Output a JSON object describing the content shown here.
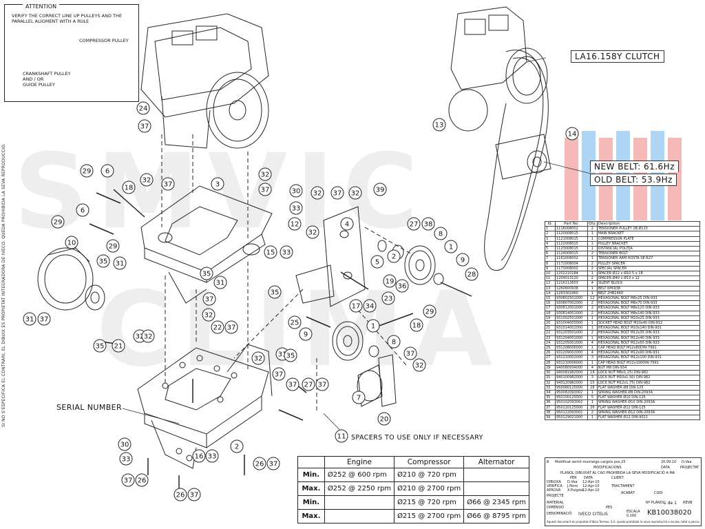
{
  "attention": {
    "title": "ATTENTION",
    "line1": "VERIFY THE CORRECT LINE UP PULLEYS AND THE",
    "line2": "PARALLEL ALIGMENT WITH A RULE",
    "compressor_pulley": "COMPRESSOR PULLEY",
    "crank1": "CRANKSHAFT PULLEY",
    "crank2": "AND / OR",
    "crank3": "GUIDE PULLEY"
  },
  "side_note": "SI NO S'ESPECIFICA EL CONTRARI, EL DIBUIX ES PROPIETAT INTEGRADORA DE IVECO. QUEDA PROHIBIDA LA SEVA REPRODUCCIO.",
  "callouts": {
    "clutch": "LA16.158Y CLUTCH",
    "new_belt": "NEW BELT: 61.6Hz",
    "old_belt": "OLD BELT: 53.9Hz",
    "serial_number": "SERIAL NUMBER",
    "spacers": "SPACERS TO USE ONLY IF NECESSARY"
  },
  "balloons": [
    {
      "n": "24"
    },
    {
      "n": "37"
    },
    {
      "n": "29"
    },
    {
      "n": "6"
    },
    {
      "n": "18"
    },
    {
      "n": "32"
    },
    {
      "n": "37"
    },
    {
      "n": "3"
    },
    {
      "n": "32"
    },
    {
      "n": "37"
    },
    {
      "n": "30"
    },
    {
      "n": "33"
    },
    {
      "n": "12"
    },
    {
      "n": "6"
    },
    {
      "n": "29"
    },
    {
      "n": "29"
    },
    {
      "n": "10"
    },
    {
      "n": "35"
    },
    {
      "n": "31"
    },
    {
      "n": "35"
    },
    {
      "n": "31"
    },
    {
      "n": "37"
    },
    {
      "n": "32"
    },
    {
      "n": "15"
    },
    {
      "n": "33"
    },
    {
      "n": "35"
    },
    {
      "n": "31"
    },
    {
      "n": "37"
    },
    {
      "n": "32"
    },
    {
      "n": "22"
    },
    {
      "n": "37"
    },
    {
      "n": "32"
    },
    {
      "n": "32"
    },
    {
      "n": "37"
    },
    {
      "n": "35"
    },
    {
      "n": "21"
    },
    {
      "n": "31"
    },
    {
      "n": "35"
    },
    {
      "n": "32"
    },
    {
      "n": "37"
    },
    {
      "n": "32"
    },
    {
      "n": "39"
    },
    {
      "n": "4"
    },
    {
      "n": "27"
    },
    {
      "n": "38"
    },
    {
      "n": "8"
    },
    {
      "n": "1"
    },
    {
      "n": "9"
    },
    {
      "n": "5"
    },
    {
      "n": "2"
    },
    {
      "n": "36"
    },
    {
      "n": "19"
    },
    {
      "n": "28"
    },
    {
      "n": "23"
    },
    {
      "n": "17"
    },
    {
      "n": "34"
    },
    {
      "n": "18"
    },
    {
      "n": "29"
    },
    {
      "n": "25"
    },
    {
      "n": "9"
    },
    {
      "n": "1"
    },
    {
      "n": "8"
    },
    {
      "n": "37"
    },
    {
      "n": "32"
    },
    {
      "n": "20"
    },
    {
      "n": "7"
    },
    {
      "n": "32"
    },
    {
      "n": "37"
    },
    {
      "n": "27"
    },
    {
      "n": "37"
    },
    {
      "n": "11"
    },
    {
      "n": "2"
    },
    {
      "n": "16"
    },
    {
      "n": "33"
    },
    {
      "n": "30"
    },
    {
      "n": "33"
    },
    {
      "n": "37"
    },
    {
      "n": "26"
    },
    {
      "n": "26"
    },
    {
      "n": "37"
    },
    {
      "n": "26"
    },
    {
      "n": "37"
    },
    {
      "n": "13"
    },
    {
      "n": "14"
    }
  ],
  "parts_table": {
    "headers": [
      "Id.",
      "Part No.",
      "Qty.",
      "Description"
    ],
    "rows": [
      [
        "1",
        "1116008002",
        "2",
        "TENSIONER PULLEY 2B Ø115"
      ],
      [
        "2",
        "1120008015",
        "1",
        "MAIN BRACKET"
      ],
      [
        "3",
        "1121008015",
        "1",
        "COMPRESSOR PLATE"
      ],
      [
        "4",
        "1122008015",
        "1",
        "PULLEY BRACKET"
      ],
      [
        "5",
        "1123008015",
        "1",
        "DISTANCIAL POLITJA"
      ],
      [
        "6",
        "1124008015",
        "2",
        "TENSIONER BOLT"
      ],
      [
        "7",
        "1161008002",
        "1",
        "TENSIONER ARM ROSTA SE-R27"
      ],
      [
        "8",
        "1171008004",
        "2",
        "PULLEY SPACER"
      ],
      [
        "9",
        "1173008002",
        "2",
        "SPECIAL SPACER"
      ],
      [
        "10",
        "1202210184",
        "1",
        "SPACER Ø22 x Ø10.5 x 18"
      ],
      [
        "11",
        "1204013120",
        "2",
        "SPACER Ø40 x Ø13 x 12"
      ],
      [
        "12",
        "1216112603",
        "4",
        "SILENT BLOCK"
      ],
      [
        "13",
        "1260600938",
        "1",
        "BELT 6PK938"
      ],
      [
        "14",
        "1263302460",
        "1",
        "BELT 2HB2460"
      ],
      [
        "15",
        "930802501000",
        "12",
        "HEXAGONAL BOLT M8x25 DIN-933"
      ],
      [
        "16",
        "930807002000",
        "2",
        "HEXAGONAL BOLT M8x70 DIN-933"
      ],
      [
        "17",
        "930812001000",
        "2",
        "HEXAGONAL BOLT M8x120 DIN-933"
      ],
      [
        "18",
        "930814001000",
        "2",
        "HEXAGONAL BOLT M8x140 DIN-933"
      ],
      [
        "19",
        "931002501000",
        "1",
        "HEXAGONAL BOLT M10x25 DIN-933"
      ],
      [
        "20",
        "931004005000",
        "1",
        "SOCKET HEAD BOLT M10x40 DIN-912"
      ],
      [
        "21",
        "931014002000",
        "1",
        "HEXAGONAL BOLT M10x140 DIN-931"
      ],
      [
        "22",
        "931203501000",
        "2",
        "HEXAGONAL BOLT M12x35 DIN-933"
      ],
      [
        "23",
        "931204001000",
        "1",
        "HEXAGONAL BOLT M12x40 DIN-933"
      ],
      [
        "24",
        "931205001000",
        "4",
        "HEXAGONAL BOLT M12x50 DIN-933"
      ],
      [
        "25",
        "931208006000",
        "1",
        "CAP HEAD BOLT M12x80DIN-7991"
      ],
      [
        "26",
        "931209002000",
        "4",
        "HEXAGONAL BOLT M12x90 DIN-931"
      ],
      [
        "27",
        "931210002000",
        "3",
        "HEXAGONAL BOLT M12x100 DIN-931"
      ],
      [
        "28",
        "931210006000",
        "1",
        "CAP HEAD BOLT M12x100DIN-7991"
      ],
      [
        "29",
        "940080934000",
        "4",
        "NUT M8 DIN-934"
      ],
      [
        "30",
        "940081982000",
        "14",
        "LOCK NUT M8x1.25) DIN-982"
      ],
      [
        "31",
        "940100982000",
        "3",
        "LOCK NUT M10x1.50) DIN-982"
      ],
      [
        "32",
        "940120982000",
        "15",
        "LOCK NUT M12x1.75) DIN-982"
      ],
      [
        "33",
        "950080125000",
        "28",
        "FLAT WASHER Ø8 DIN-125"
      ],
      [
        "34",
        "950082093002",
        "1",
        "SPRING WASHER Ø8 DIN-2093A"
      ],
      [
        "35",
        "950100125000",
        "5",
        "FLAT WASHER Ø10 DIN-125"
      ],
      [
        "36",
        "950102093002",
        "1",
        "SPRING WASHER Ø10 DIN-2093A"
      ],
      [
        "37",
        "950120125000",
        "26",
        "FLAT WASHER Ø12 DIN-125"
      ],
      [
        "38",
        "950122093002",
        "2",
        "SPRING WASHER Ø12 DIN-2093A"
      ],
      [
        "39",
        "950129021000",
        "1",
        "FLAT WASHER Ø12 DIN-9021"
      ]
    ]
  },
  "speed_table": {
    "headers": [
      "",
      "Engine",
      "Compressor",
      "Alternator"
    ],
    "rows": [
      {
        "label": "Min.",
        "engine": "Ø252 @ 600 rpm",
        "compressor": "Ø210 @ 720 rpm",
        "alternator": ""
      },
      {
        "label": "Max.",
        "engine": "Ø252 @ 2250 rpm",
        "compressor": "Ø210 @ 2700 rpm",
        "alternator": ""
      },
      {
        "label": "Min.",
        "engine": "",
        "compressor": "Ø215 @ 720 rpm",
        "alternator": "Ø66 @ 2345 rpm"
      },
      {
        "label": "Max.",
        "engine": "",
        "compressor": "Ø215 @ 2700 rpm",
        "alternator": "Ø66 @ 8795 rpm"
      }
    ]
  },
  "title_block": {
    "rev_note": "Modificat sentit muntatge cargols pos.25",
    "rev_date": "20.09.10",
    "rev_by": "D.Vea",
    "rev_letter": "B",
    "modifications": "MODIFICACIONS",
    "data": "DATA",
    "projectat": "PROJECTAT",
    "copyright_line": "PLANOL DIBUIXAT AL CAD PROHIBIDA LA SEVA MODIFICACIÓ A MA",
    "per": "PER",
    "data2": "DATA",
    "client": "CLIENT",
    "dibuixa": "DIBUIXA",
    "dibuixa_by": "D.Vea",
    "dibuixa_date": "12-Apr-10",
    "verifica": "VERIFICA",
    "verifica_by": "J.Peiró",
    "verifica_date": "12-Apr-10",
    "aprova": "APROVA",
    "aprova_by": "X.Puigdal",
    "aprova_date": "12-Apr-10",
    "tractament": "TRACTAMENT",
    "projecte": "PROJECTE",
    "acabat": "ACABAT",
    "material": "MATERIAL",
    "dimensio": "DIMENSIÓ",
    "pes": "PES",
    "codi": "CODI",
    "n_planol": "Nº PLANOL",
    "sheet": "1 de 1",
    "rev": "REV.",
    "rev_value": "B",
    "denominacio": "DENOMINACIÓ",
    "denominacio_value": "IVECO CITELIS",
    "escala": "ESCALA",
    "escala_value": "0.160",
    "drawing_no": "KB10038020",
    "footer": "Aquest document és propietat d'Ibiza Termas, S.A. queda prohibida la seva reproducció a escala, total o parcial, a tercers persones sense autorització prèvia."
  }
}
